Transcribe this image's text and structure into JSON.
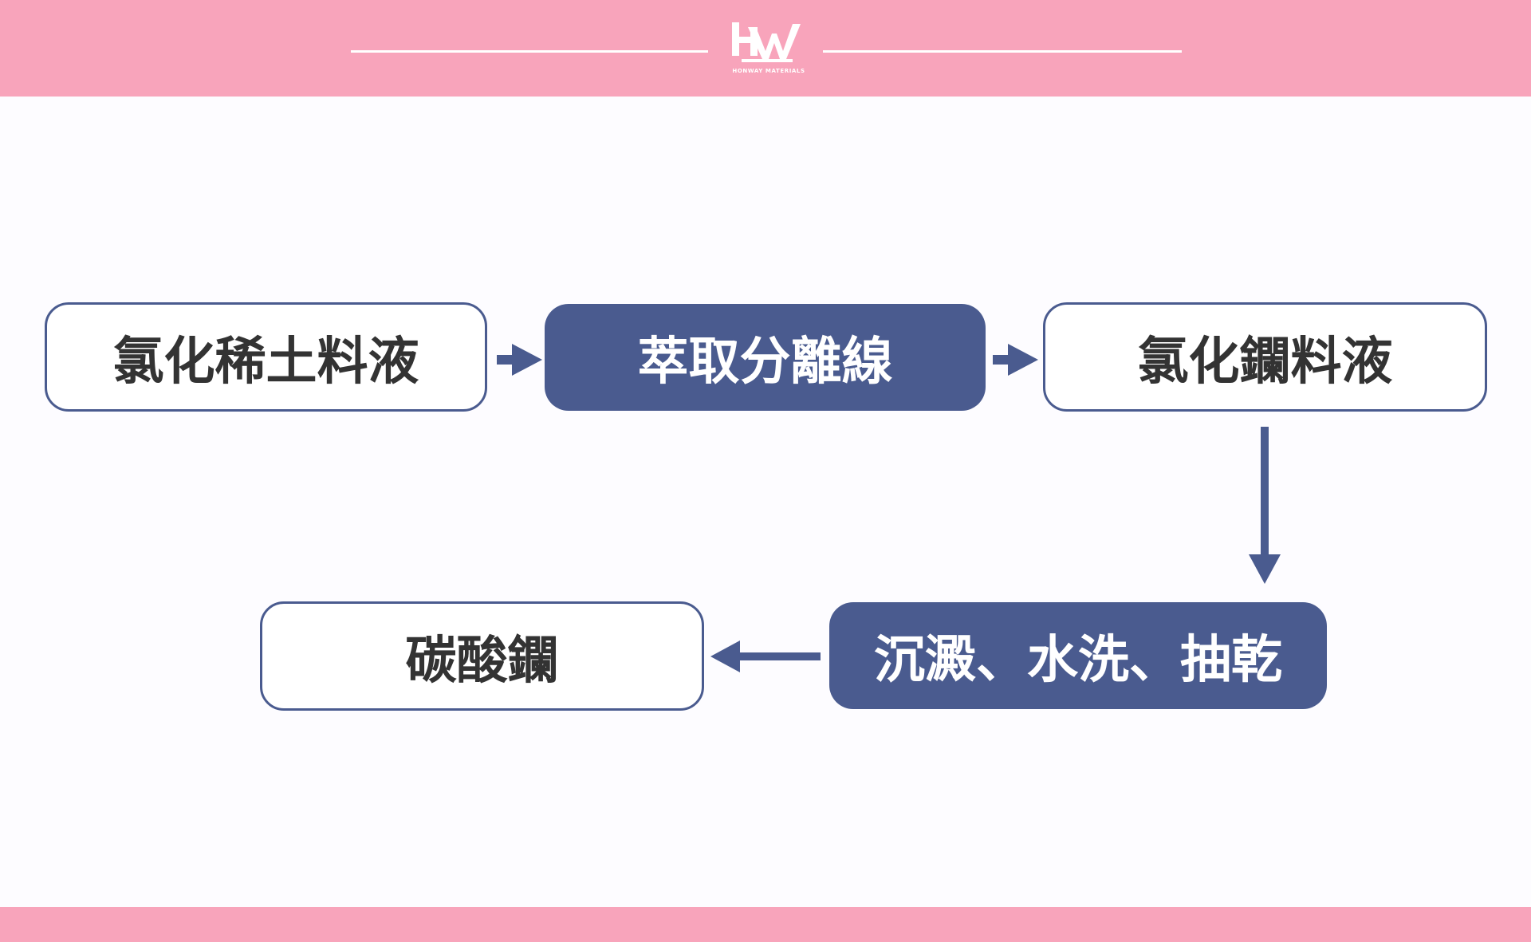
{
  "header": {
    "logo_text": "HW",
    "logo_subtitle": "HONWAY MATERIALS",
    "accent_color": "#f8a4bb"
  },
  "flow": {
    "box_color": "#4a5b8f",
    "steps": [
      {
        "label": "氯化稀土料液",
        "style": "outline"
      },
      {
        "label": "萃取分離線",
        "style": "filled"
      },
      {
        "label": "氯化鑭料液",
        "style": "outline"
      },
      {
        "label": "沉澱、水洗、抽乾",
        "style": "filled"
      },
      {
        "label": "碳酸鑭",
        "style": "outline"
      }
    ]
  }
}
